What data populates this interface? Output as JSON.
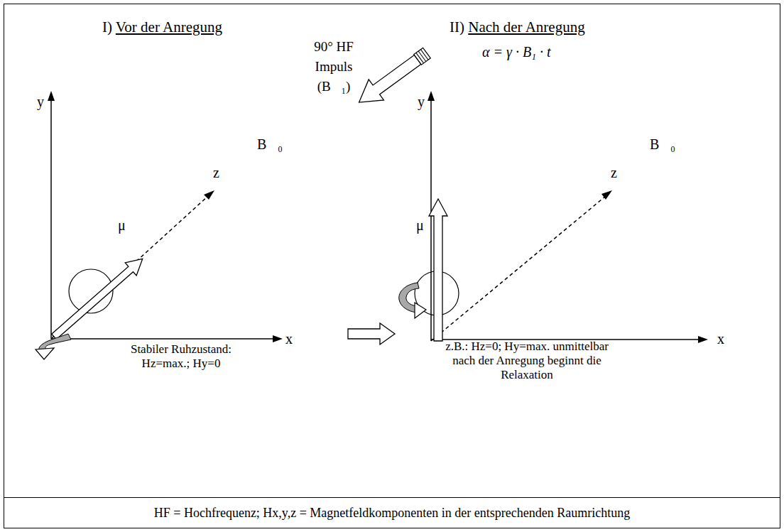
{
  "diagram": {
    "nodes": [
      {
        "text": [
          "HF = Hochfrequenz; Hx,y,z = Magnetfeldkomponenten in der entsprechenden Raumrichtung"
        ]
      }
    ],
    "labels": [
      "I) Vor der Anregung",
      "II) Nach der Anregung",
      "90° HF Impuls (B⃗₁)",
      "y",
      "z",
      "B⃗₀",
      "μ⃗",
      "x",
      "Stabiler Ruhzustand: Hz=max.; Hy=0",
      "α = γ · B₁ · t",
      "y",
      "z",
      "B⃗₀",
      "μ⃗",
      "x",
      "z.B.: Hz=0; Hy=max. unmittelbar nach der Anregung beginnt die Relaxation"
    ]
  }
}
